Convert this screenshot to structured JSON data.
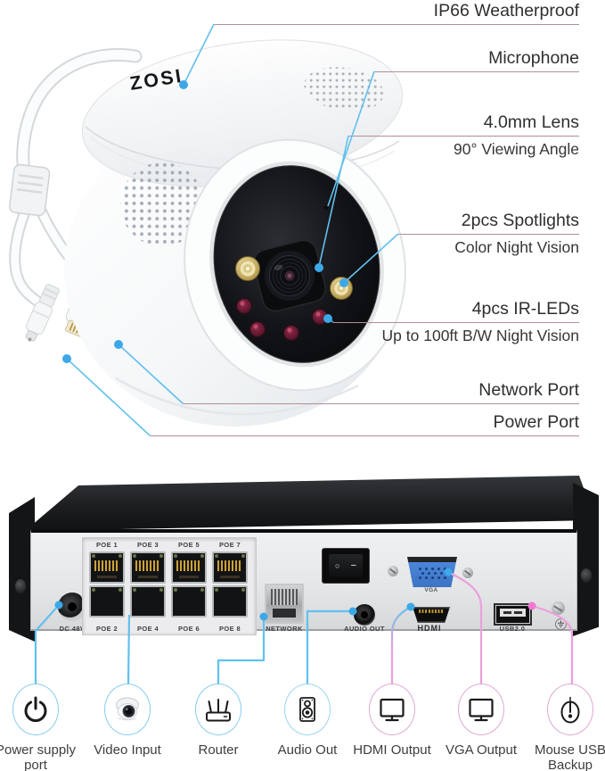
{
  "product": {
    "brand_logo": "ZOSI"
  },
  "camera_callouts": {
    "ip66": {
      "label": "IP66 Weatherproof"
    },
    "microphone": {
      "label": "Microphone"
    },
    "lens": {
      "label": "4.0mm Lens",
      "sub": "90° Viewing Angle"
    },
    "spotlights": {
      "label": "2pcs Spotlights",
      "sub": "Color Night Vision"
    },
    "ir_leds": {
      "label": "4pcs IR-LEDs",
      "sub": "Up to 100ft B/W Night Vision"
    },
    "network_port": {
      "label": "Network Port"
    },
    "power_port": {
      "label": "Power Port"
    }
  },
  "nvr_rear_panel": {
    "dc_input": "DC 48V",
    "poe_ports_top": [
      "POE 1",
      "POE 3",
      "POE 5",
      "POE 7"
    ],
    "poe_ports_bottom": [
      "POE 2",
      "POE 4",
      "POE 6",
      "POE 8"
    ],
    "network": "NETWORK",
    "audio_out": "AUDIO OUT",
    "hdmi": "HDMI",
    "vga": "VGA",
    "usb": "USB2.0",
    "power_switch": {
      "off_symbol": "○",
      "on_symbol": "−"
    }
  },
  "legend": {
    "items": [
      {
        "label": "Power supply port",
        "icon": "power-icon",
        "accent": "blue"
      },
      {
        "label": "Video Input",
        "icon": "camera-icon",
        "accent": "blue"
      },
      {
        "label": "Router",
        "icon": "router-icon",
        "accent": "blue"
      },
      {
        "label": "Audio Out",
        "icon": "speaker-icon",
        "accent": "blue"
      },
      {
        "label": "HDMI Output",
        "icon": "monitor-icon",
        "accent": "pink"
      },
      {
        "label": "VGA Output",
        "icon": "monitor-icon",
        "accent": "pink"
      },
      {
        "label": "Mouse USB Backup",
        "icon": "mouse-icon",
        "accent": "pink"
      }
    ]
  },
  "colors": {
    "leader_blue": "#62c0ee",
    "leader_pink": "#ec9fdc",
    "dot_blue": "#3da8e8",
    "dot_pink": "#f177d2",
    "underline": "#b08f9c",
    "vga_connector_blue": "#4a86d8"
  }
}
